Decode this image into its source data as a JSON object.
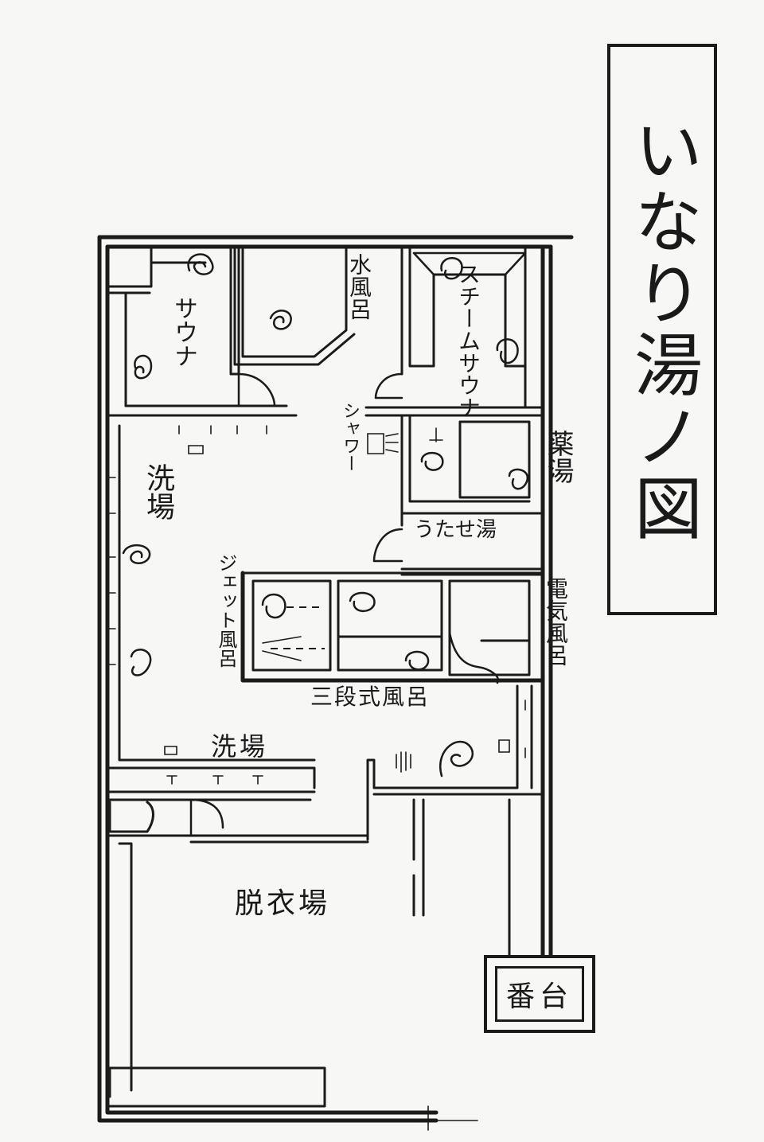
{
  "title": "いなり湯ノ図",
  "rooms": {
    "sauna": "サウナ",
    "cold_bath": "水風呂",
    "steam_sauna": "スチームサウナ",
    "shower": "シャワー",
    "herbal_bath": "薬湯",
    "utase_bath": "うたせ湯",
    "washing_area_left": "洗場",
    "jet_bath": "ジェット風呂",
    "electric_bath": "電気風呂",
    "three_tier_bath": "三段式風呂",
    "washing_area_bottom": "洗場",
    "changing_room": "脱衣場",
    "bandai": "番台"
  }
}
